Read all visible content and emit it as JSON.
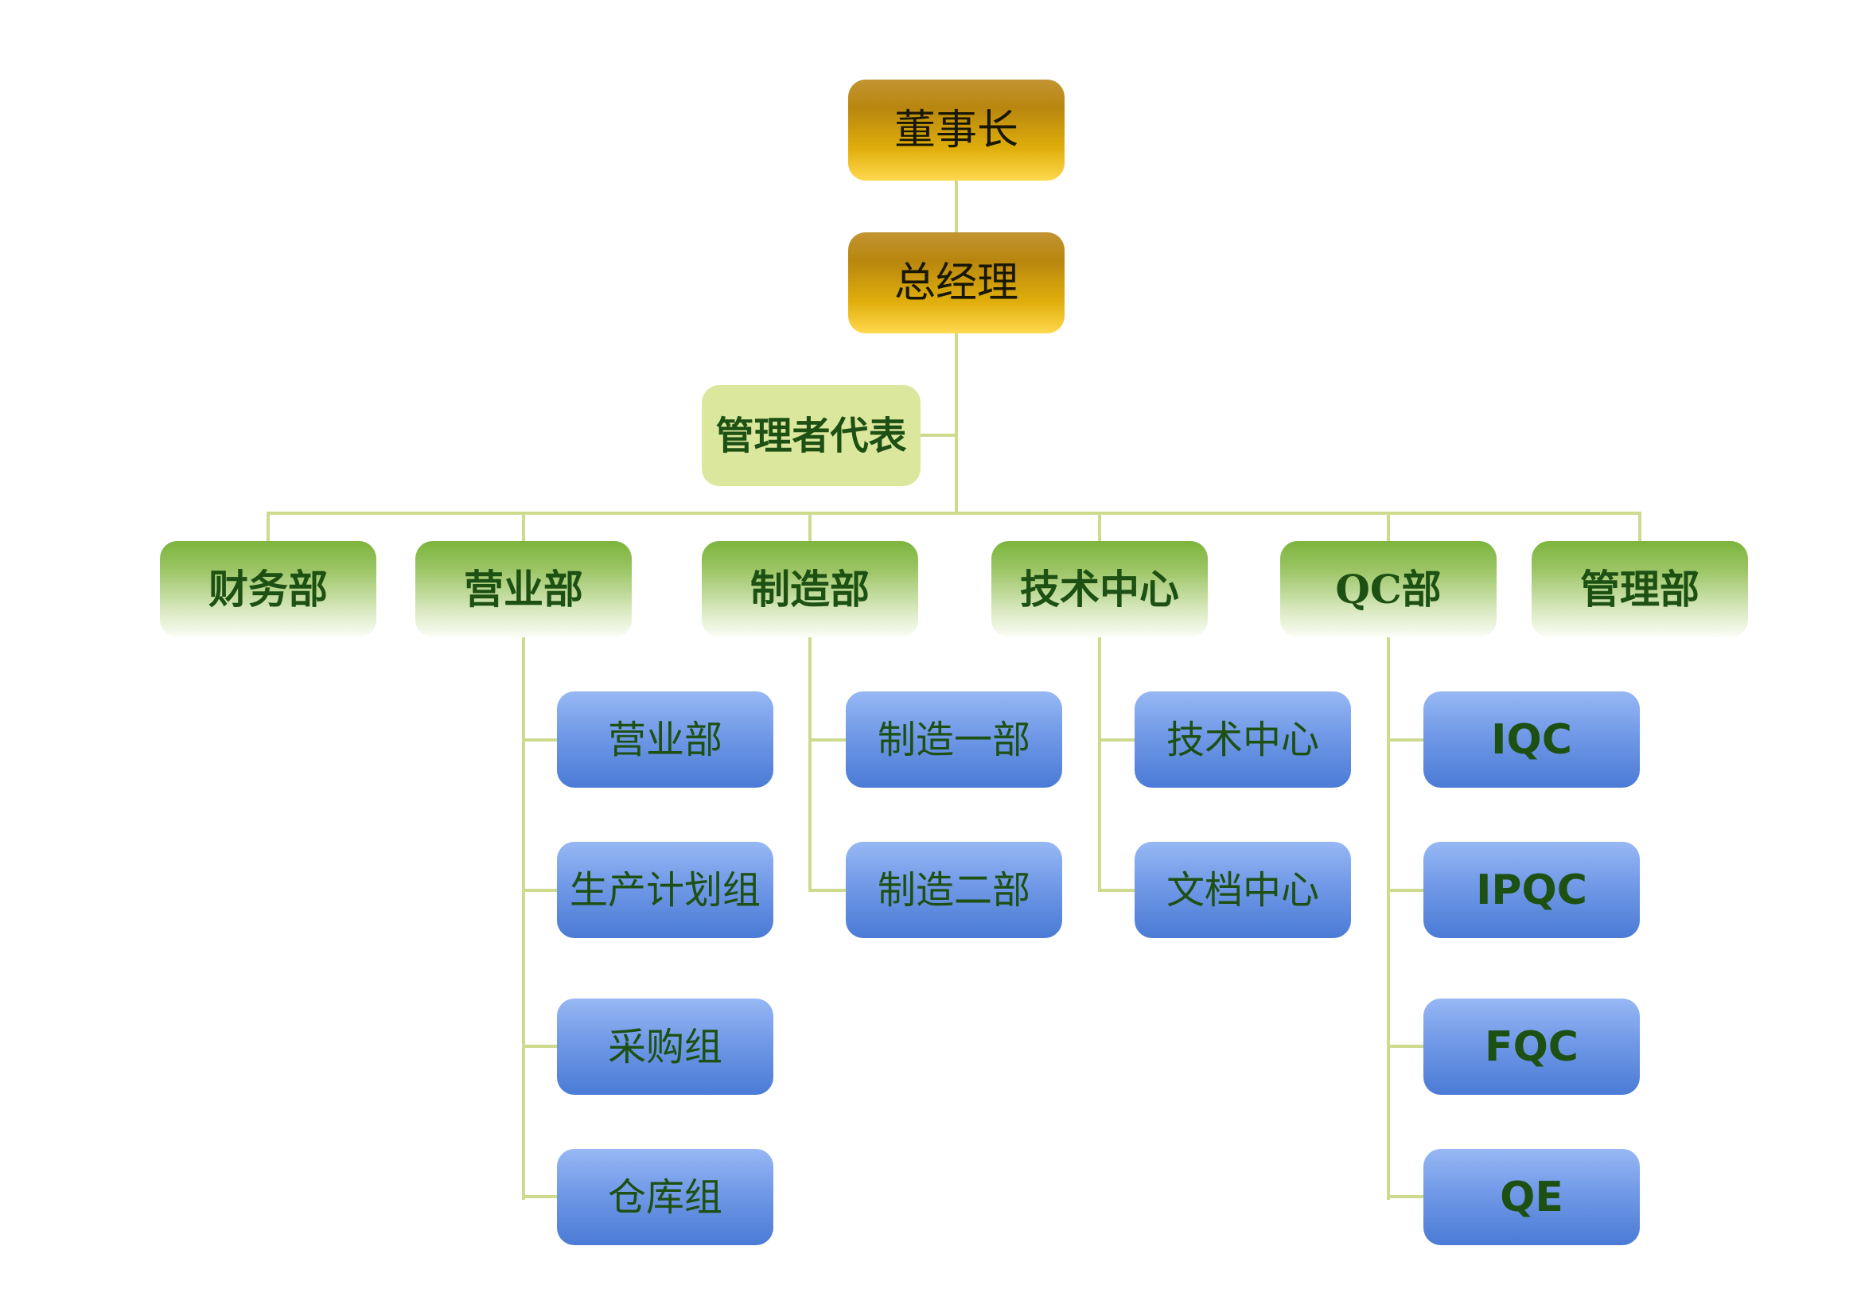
{
  "diagram": {
    "type": "org-chart",
    "palette": {
      "gold_box_top": "#b8860e",
      "gold_box_bottom": "#ffd84e",
      "green_box_top": "#7cb43d",
      "green_box_bottom": "#fbfdf7",
      "rep_box_fill": "#dce79e",
      "blue_box_top": "#97b8f4",
      "blue_box_bottom": "#4b7bd6",
      "connector_color": "#ccdb8e",
      "label_color": "#1d5013",
      "gold_label_color": "#171703",
      "background": "#ffffff"
    },
    "nodes": {
      "chairman": {
        "label": "董事长",
        "level": 1
      },
      "general_manager": {
        "label": "总经理",
        "level": 2
      },
      "management_rep": {
        "label": "管理者代表",
        "level": 2
      },
      "finance": {
        "label": "财务部",
        "level": 3
      },
      "sales": {
        "label": "营业部",
        "level": 3
      },
      "manufacturing": {
        "label": "制造部",
        "level": 3
      },
      "tech_center": {
        "label": "技术中心",
        "level": 3
      },
      "qc": {
        "label": "QC部",
        "level": 3
      },
      "admin": {
        "label": "管理部",
        "level": 3
      },
      "sales_sub1": {
        "label": "营业部",
        "level": 4
      },
      "sales_sub2": {
        "label": "生产计划组",
        "level": 4
      },
      "sales_sub3": {
        "label": "采购组",
        "level": 4
      },
      "sales_sub4": {
        "label": "仓库组",
        "level": 4
      },
      "mfg_sub1": {
        "label": "制造一部",
        "level": 4
      },
      "mfg_sub2": {
        "label": "制造二部",
        "level": 4
      },
      "tech_sub1": {
        "label": "技术中心",
        "level": 4
      },
      "tech_sub2": {
        "label": "文档中心",
        "level": 4
      },
      "qc_sub1": {
        "label": "IQC",
        "level": 4
      },
      "qc_sub2": {
        "label": "IPQC",
        "level": 4
      },
      "qc_sub3": {
        "label": "FQC",
        "level": 4
      },
      "qc_sub4": {
        "label": "QE",
        "level": 4
      }
    },
    "edges": [
      [
        "chairman",
        "general_manager"
      ],
      [
        "general_manager",
        "management_rep"
      ],
      [
        "general_manager",
        "finance"
      ],
      [
        "general_manager",
        "sales"
      ],
      [
        "general_manager",
        "manufacturing"
      ],
      [
        "general_manager",
        "tech_center"
      ],
      [
        "general_manager",
        "qc"
      ],
      [
        "general_manager",
        "admin"
      ],
      [
        "sales",
        "sales_sub1"
      ],
      [
        "sales",
        "sales_sub2"
      ],
      [
        "sales",
        "sales_sub3"
      ],
      [
        "sales",
        "sales_sub4"
      ],
      [
        "manufacturing",
        "mfg_sub1"
      ],
      [
        "manufacturing",
        "mfg_sub2"
      ],
      [
        "tech_center",
        "tech_sub1"
      ],
      [
        "tech_center",
        "tech_sub2"
      ],
      [
        "qc",
        "qc_sub1"
      ],
      [
        "qc",
        "qc_sub2"
      ],
      [
        "qc",
        "qc_sub3"
      ],
      [
        "qc",
        "qc_sub4"
      ]
    ]
  }
}
